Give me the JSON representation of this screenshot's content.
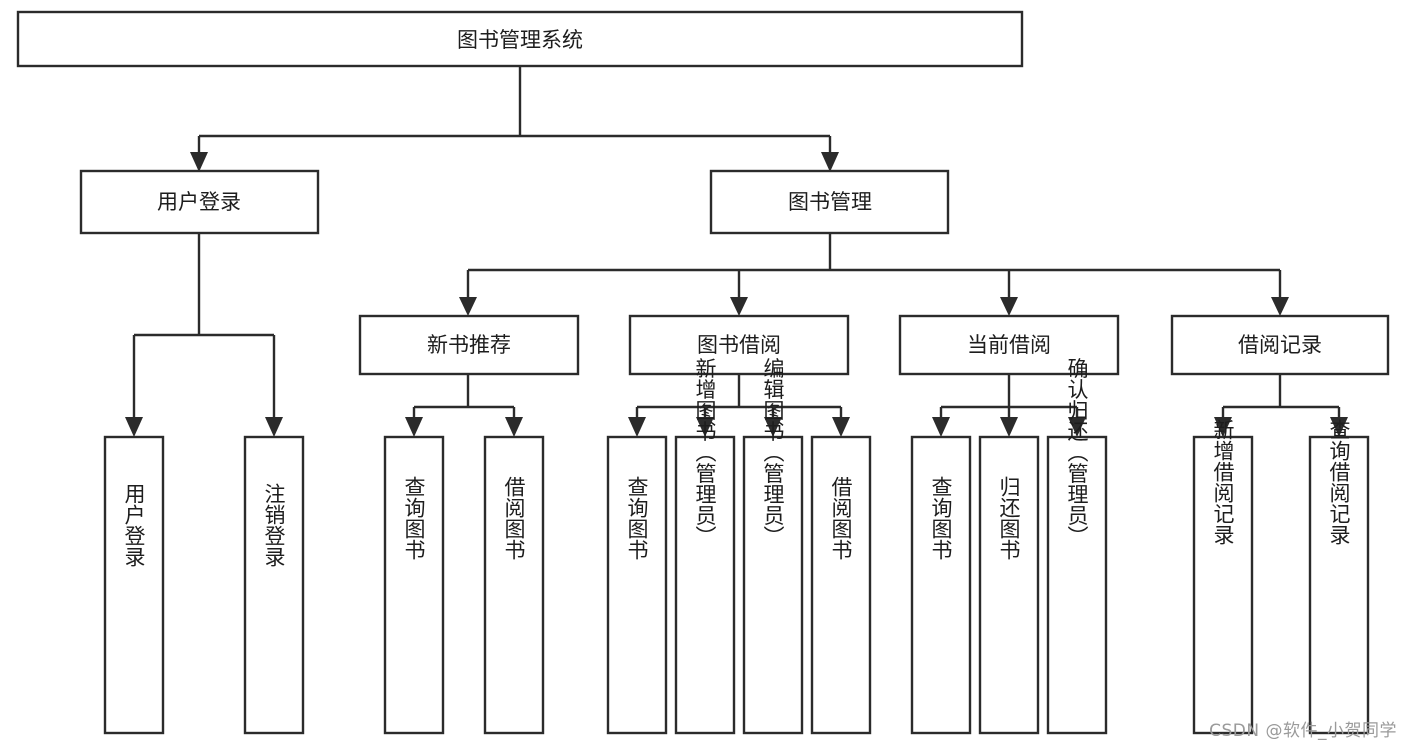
{
  "diagram": {
    "type": "tree-hierarchy",
    "title": "图书管理系统",
    "watermark": "CSDN @软件_小贺同学",
    "colors": {
      "stroke": "#2b2b2b",
      "fill": "#ffffff",
      "text": "#1d1d1d",
      "watermark": "#9a9a9a",
      "background": "#ffffff"
    },
    "levels": {
      "root": {
        "label": "图书管理系统"
      },
      "level2": [
        {
          "label": "用户登录"
        },
        {
          "label": "图书管理"
        }
      ],
      "level3": [
        {
          "label": "新书推荐"
        },
        {
          "label": "图书借阅"
        },
        {
          "label": "当前借阅"
        },
        {
          "label": "借阅记录"
        }
      ]
    },
    "nodes": {
      "root": "图书管理系统",
      "user_login": "用户登录",
      "book_manage": "图书管理",
      "new_book_rec": "新书推荐",
      "book_borrow": "图书借阅",
      "current_borrow": "当前借阅",
      "borrow_record": "借阅记录",
      "leaf_user_login": "用户登录",
      "leaf_logout": "注销登录",
      "leaf_query_book_1": "查询图书",
      "leaf_borrow_book_1": "借阅图书",
      "leaf_query_book_2": "查询图书",
      "leaf_add_book_admin": "新增图书（管理员）",
      "leaf_edit_book_admin": "编辑图书（管理员）",
      "leaf_borrow_book_2": "借阅图书",
      "leaf_query_book_3": "查询图书",
      "leaf_return_book": "归还图书",
      "leaf_confirm_return_admin": "确认归还（管理员）",
      "leaf_add_borrow_record": "新增借阅记录",
      "leaf_query_borrow_record": "查询借阅记录"
    },
    "edges": [
      {
        "from": "图书管理系统",
        "to": "用户登录"
      },
      {
        "from": "图书管理系统",
        "to": "图书管理"
      },
      {
        "from": "用户登录",
        "to": "用户登录"
      },
      {
        "from": "用户登录",
        "to": "注销登录"
      },
      {
        "from": "图书管理",
        "to": "新书推荐"
      },
      {
        "from": "图书管理",
        "to": "图书借阅"
      },
      {
        "from": "图书管理",
        "to": "当前借阅"
      },
      {
        "from": "图书管理",
        "to": "借阅记录"
      },
      {
        "from": "新书推荐",
        "to": "查询图书"
      },
      {
        "from": "新书推荐",
        "to": "借阅图书"
      },
      {
        "from": "图书借阅",
        "to": "查询图书"
      },
      {
        "from": "图书借阅",
        "to": "新增图书（管理员）"
      },
      {
        "from": "图书借阅",
        "to": "编辑图书（管理员）"
      },
      {
        "from": "图书借阅",
        "to": "借阅图书"
      },
      {
        "from": "当前借阅",
        "to": "查询图书"
      },
      {
        "from": "当前借阅",
        "to": "归还图书"
      },
      {
        "from": "当前借阅",
        "to": "确认归还（管理员）"
      },
      {
        "from": "借阅记录",
        "to": "新增借阅记录"
      },
      {
        "from": "借阅记录",
        "to": "查询借阅记录"
      }
    ]
  }
}
